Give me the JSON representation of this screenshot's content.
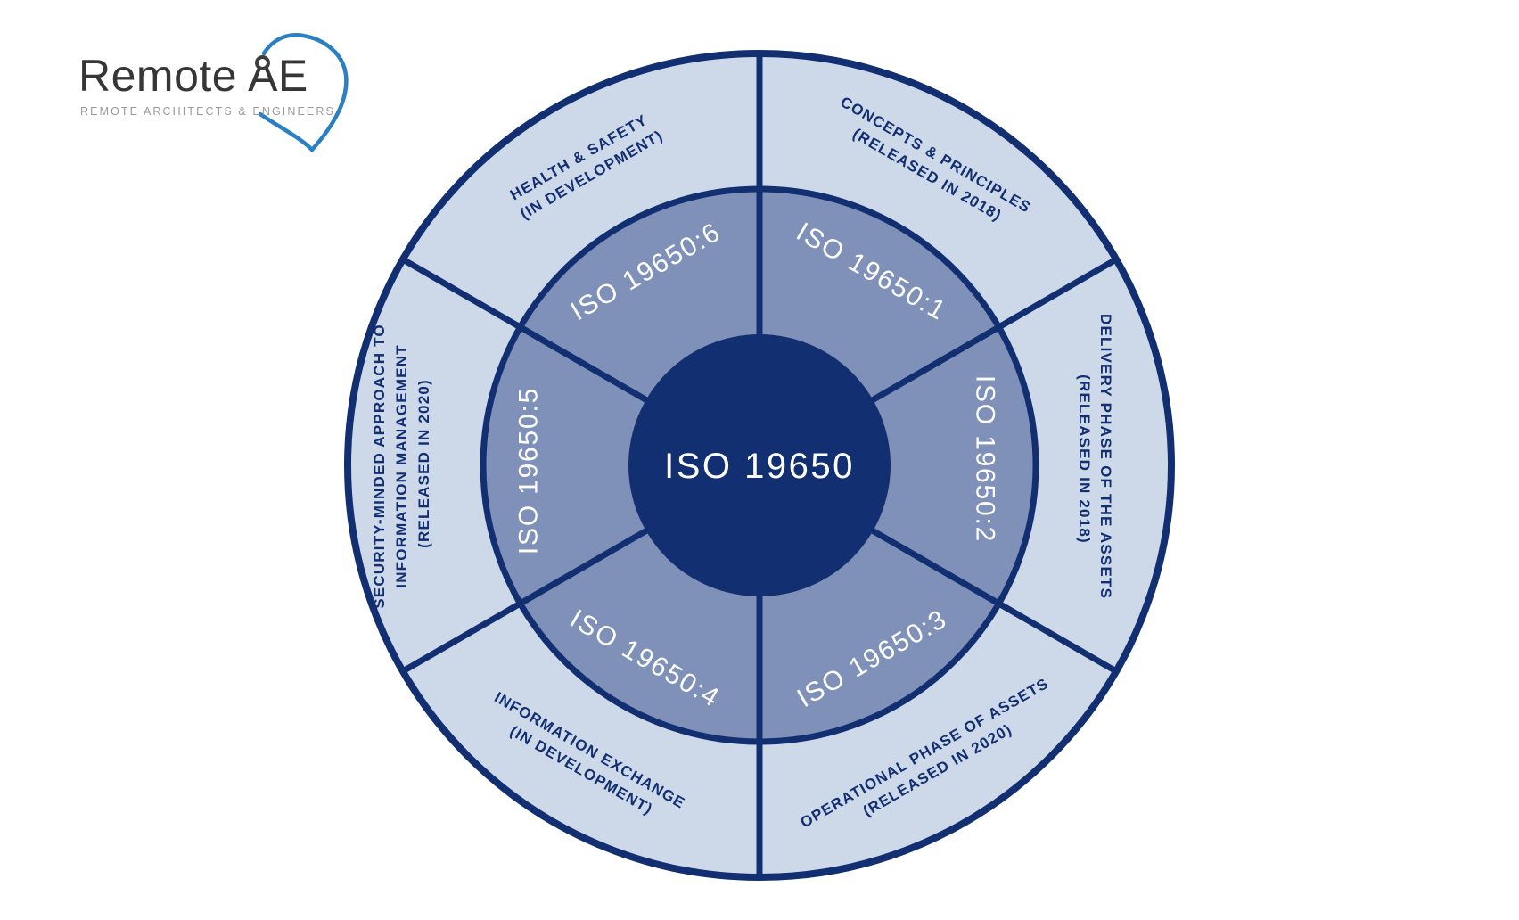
{
  "logo": {
    "brand": "Remote",
    "brand_suffix": "AE",
    "tagline": "REMOTE ARCHITECTS & ENGINEERS"
  },
  "colors": {
    "navy": "#122F72",
    "slate": "#7F91B9",
    "light_blue": "#CDD9E9",
    "white": "#FFFFFF",
    "pin_blue": "#2B7FC3"
  },
  "diagram": {
    "center_label": "ISO 19650",
    "segments": [
      {
        "id": "concepts-principles",
        "iso": "ISO 19650:1",
        "lines": [
          "CONCEPTS & PRINCIPLES",
          "(RELEASED IN 2018)"
        ]
      },
      {
        "id": "delivery-phase",
        "iso": "ISO 19650:2",
        "lines": [
          "DELIVERY PHASE OF THE ASSETS",
          "(RELEASED IN 2018)"
        ]
      },
      {
        "id": "operational-phase",
        "iso": "ISO 19650:3",
        "lines": [
          "OPERATIONAL PHASE OF ASSETS",
          "(RELEASED IN 2020)"
        ]
      },
      {
        "id": "information-exchange",
        "iso": "ISO 19650:4",
        "lines": [
          "INFORMATION EXCHANGE",
          "(IN DEVELOPMENT)"
        ]
      },
      {
        "id": "security-minded",
        "iso": "ISO 19650:5",
        "lines": [
          "SECURITY-MINDED APPROACH TO",
          "INFORMATION MANAGEMENT",
          "(RELEASED IN 2020)"
        ]
      },
      {
        "id": "health-safety",
        "iso": "ISO 19650:6",
        "lines": [
          "HEALTH & SAFETY",
          "(IN DEVELOPMENT)"
        ]
      }
    ]
  }
}
